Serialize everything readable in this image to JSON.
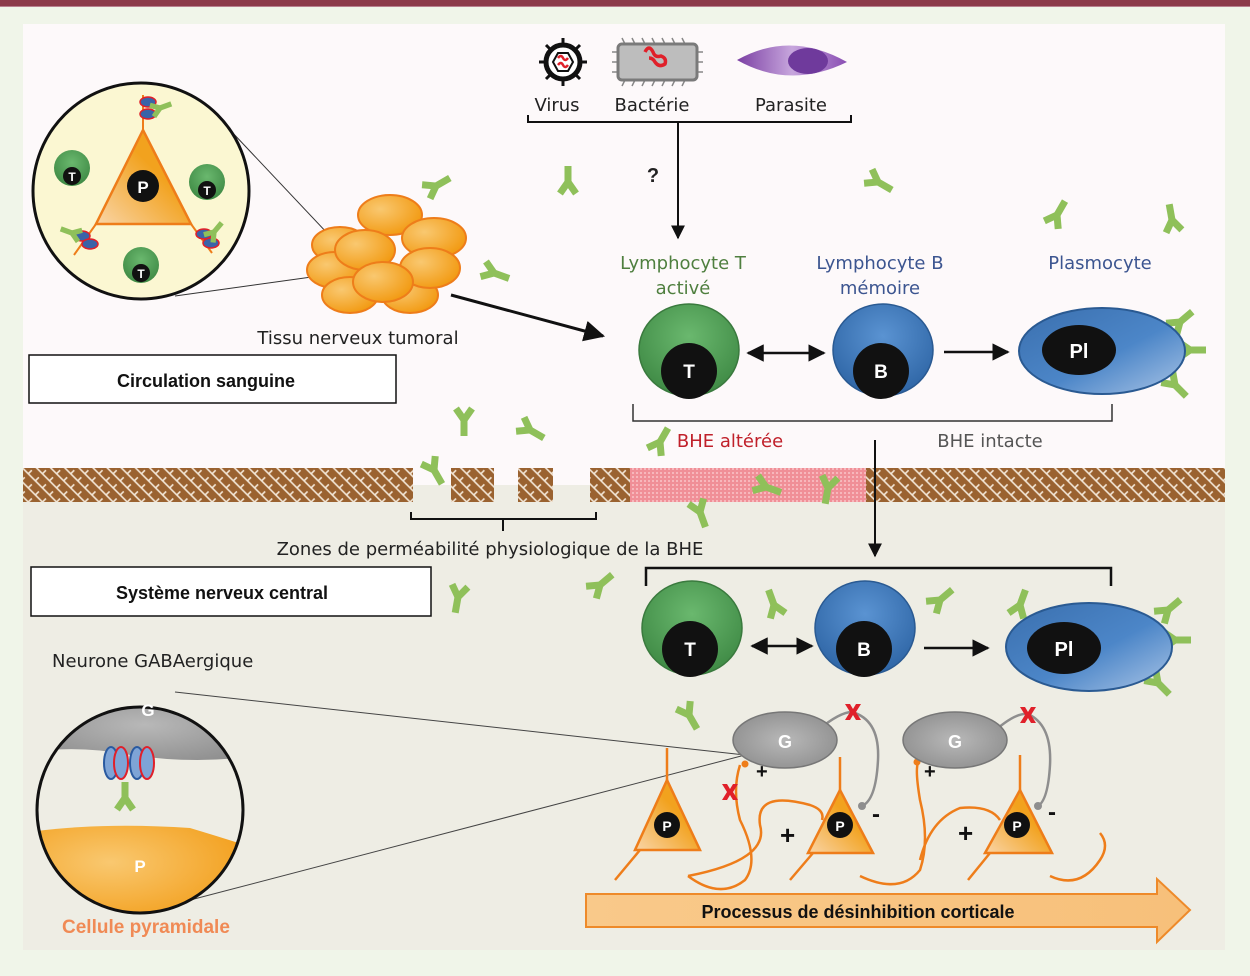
{
  "pathogens": {
    "virus": "Virus",
    "bacteria": "Bactérie",
    "parasite": "Parasite",
    "question": "?"
  },
  "blood": {
    "region_label": "Circulation sanguine",
    "tumor_label": "Tissu nerveux tumoral",
    "cells": {
      "t_label_1": "Lymphocyte T",
      "t_label_2": "activé",
      "b_label_1": "Lymphocyte B",
      "b_label_2": "mémoire",
      "plasma_label": "Plasmocyte"
    },
    "bhe_altered": "BHE altérée",
    "bhe_intact": "BHE intacte"
  },
  "nuclei": {
    "t": "T",
    "b": "B",
    "pl": "Pl",
    "p": "P",
    "g": "G"
  },
  "barrier": {
    "permeability_label": "Zones de perméabilité physiologique de la BHE"
  },
  "cns": {
    "region_label": "Système nerveux central",
    "gaba_label": "Neurone GABAergique",
    "pyramidal_label": "Cellule pyramidale",
    "process_label": "Processus de désinhibition corticale",
    "signs": {
      "plus": "+",
      "minus": "-"
    }
  },
  "colors": {
    "frame_bar": "#8c3a4a",
    "blood_bg": "#fdf9fa",
    "cns_bg": "#eeede4",
    "barrier": "#9a6230",
    "barrier_altered": "#f08f97",
    "antibody": "#8fc05a",
    "t_cell": "#4e9a52",
    "b_cell": "#3f78bb",
    "pyramidal": "#f2a21e",
    "gaba": "#9a9a9a",
    "bhe_altered_text": "#c0202a",
    "lymph_t_text": "#4f7f3f",
    "lymph_b_text": "#3c5590",
    "pyramidal_text": "#f08a55"
  }
}
